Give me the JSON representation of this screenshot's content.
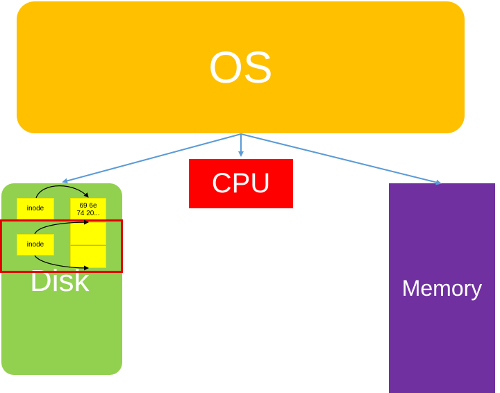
{
  "os": {
    "label": "OS"
  },
  "cpu": {
    "label": "CPU"
  },
  "disk": {
    "label": "Disk",
    "inode_top": "inode",
    "inode_bottom": "inode",
    "data_block_line1": "69 6e",
    "data_block_line2": "74 20..."
  },
  "memory": {
    "label": "Memory"
  },
  "colors": {
    "os": "#ffc000",
    "cpu": "#ff0000",
    "disk": "#92d050",
    "memory": "#7030a0",
    "block": "#ffff00",
    "arrow": "#5b9bd5",
    "highlight": "#e00000"
  }
}
